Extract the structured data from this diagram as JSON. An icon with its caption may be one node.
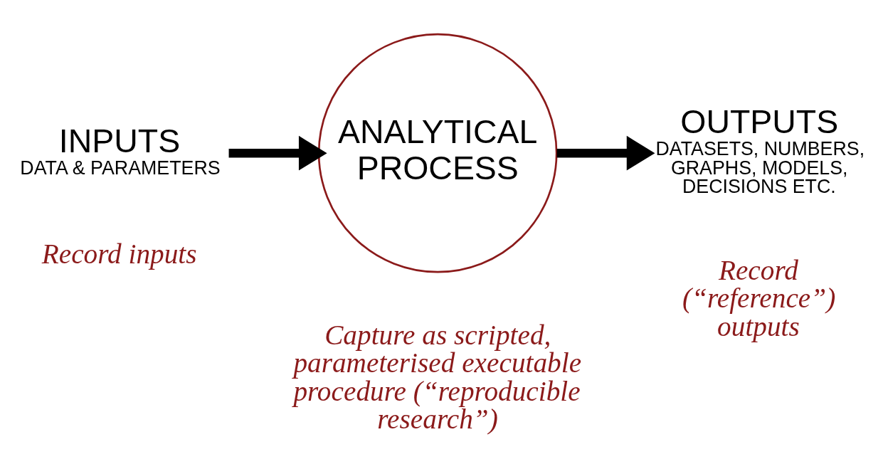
{
  "diagram": {
    "nodes": [
      {
        "text": [
          "INPUTS",
          "DATA & PARAMETERS"
        ],
        "beside": [
          "Record inputs"
        ]
      },
      {
        "text": [
          "ANALYTICAL PROCESS"
        ],
        "beside": [
          "Capture as scripted, parameterised executable procedure (“reproducible research”)"
        ]
      },
      {
        "text": [
          "OUTPUTS",
          "DATASETS, NUMBERS, GRAPHS, MODELS, DECISIONS ETC."
        ],
        "beside": [
          "Record (“reference”) outputs"
        ]
      }
    ],
    "edges": [
      {
        "from": 0,
        "to": 1,
        "arrow": "to"
      },
      {
        "from": 1,
        "to": 2,
        "arrow": "to"
      }
    ]
  }
}
